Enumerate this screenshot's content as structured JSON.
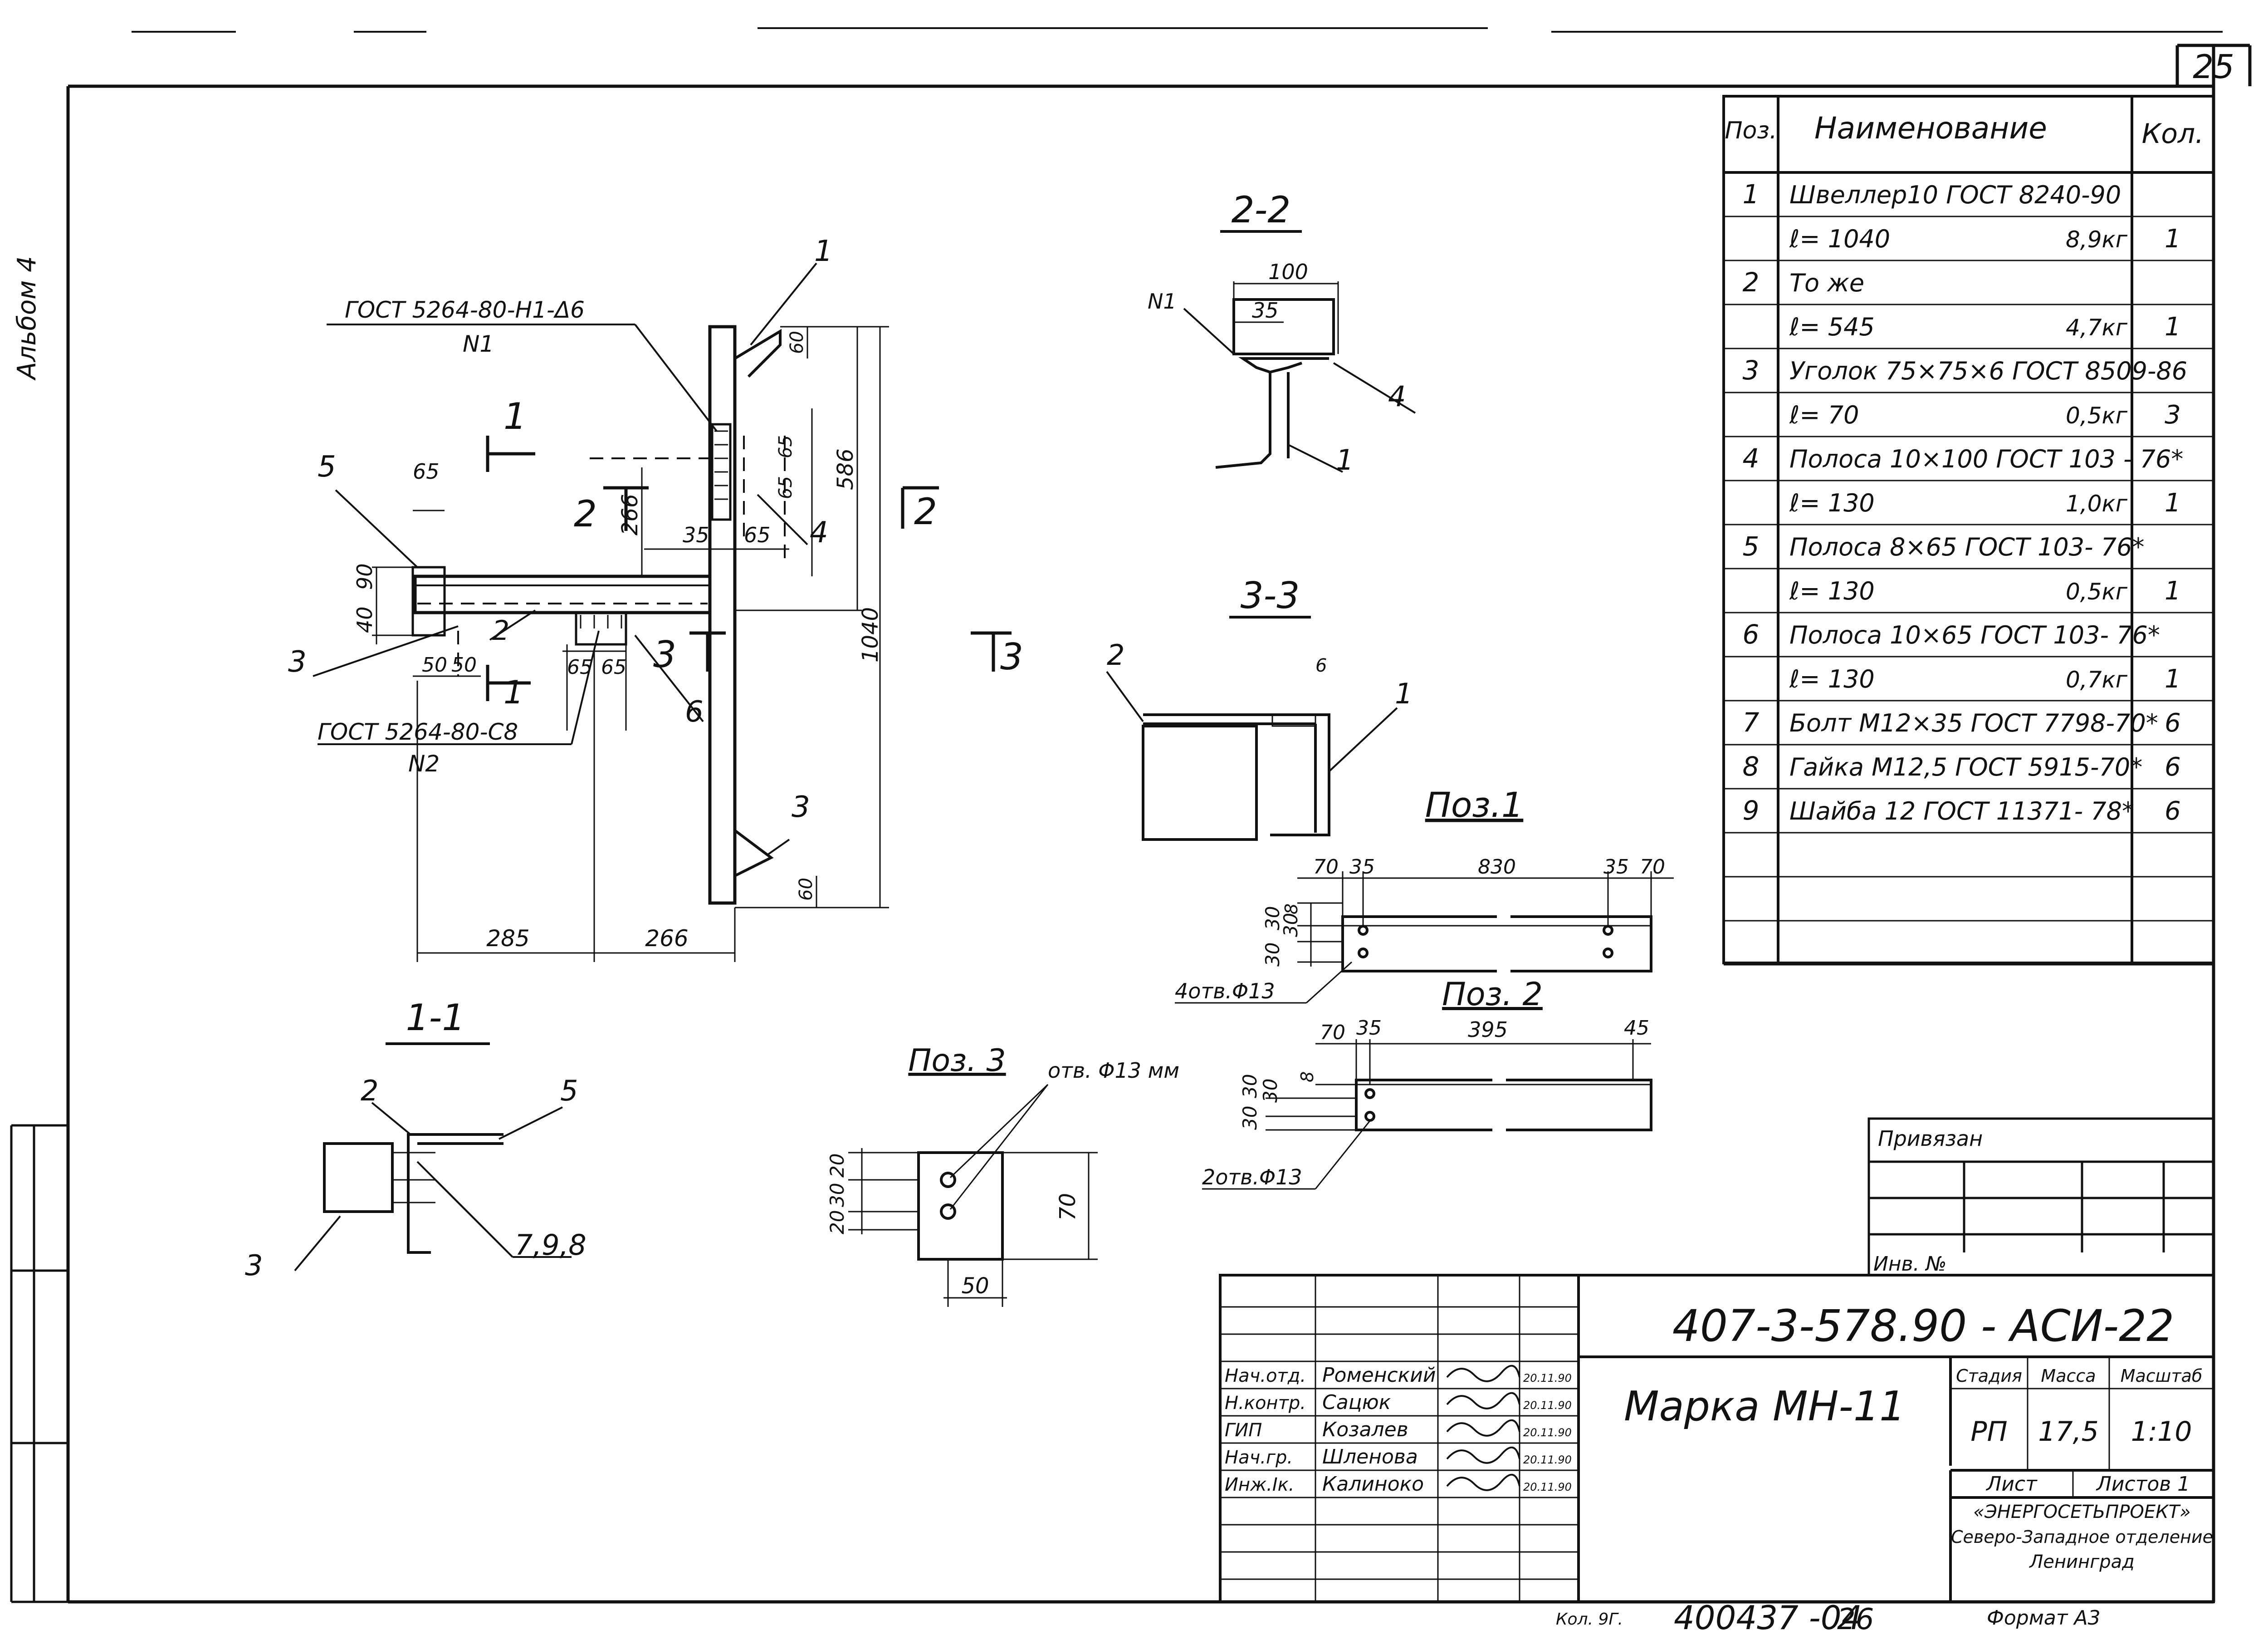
{
  "sheet": {
    "page_number": "25",
    "album": "Альбом 4",
    "footer_code": "Кол. 9Г.",
    "inventory": "400437 -04",
    "inventory_suffix": "26",
    "format": "Формат А3"
  },
  "spec_table": {
    "headers": [
      "Поз.",
      "Наименование",
      "Кол."
    ],
    "rows": [
      {
        "pos": "1",
        "name": "Швеллер10 ГОСТ 8240-90",
        "mass": "",
        "qty": ""
      },
      {
        "pos": "",
        "name": "ℓ= 1040",
        "mass": "8,9кг",
        "qty": "1"
      },
      {
        "pos": "2",
        "name": "То же",
        "mass": "",
        "qty": ""
      },
      {
        "pos": "",
        "name": "ℓ= 545",
        "mass": "4,7кг",
        "qty": "1"
      },
      {
        "pos": "3",
        "name": "Уголок 75×75×6 ГОСТ 8509-86",
        "mass": "",
        "qty": ""
      },
      {
        "pos": "",
        "name": "ℓ= 70",
        "mass": "0,5кг",
        "qty": "3"
      },
      {
        "pos": "4",
        "name": "Полоса 10×100 ГОСТ 103 - 76*",
        "mass": "",
        "qty": ""
      },
      {
        "pos": "",
        "name": "ℓ= 130",
        "mass": "1,0кг",
        "qty": "1"
      },
      {
        "pos": "5",
        "name": "Полоса 8×65 ГОСТ 103- 76*",
        "mass": "",
        "qty": ""
      },
      {
        "pos": "",
        "name": "ℓ= 130",
        "mass": "0,5кг",
        "qty": "1"
      },
      {
        "pos": "6",
        "name": "Полоса 10×65 ГОСТ 103- 76*",
        "mass": "",
        "qty": ""
      },
      {
        "pos": "",
        "name": "ℓ= 130",
        "mass": "0,7кг",
        "qty": "1"
      },
      {
        "pos": "7",
        "name": "Болт М12×35 ГОСТ 7798-70*",
        "mass": "",
        "qty": "6"
      },
      {
        "pos": "8",
        "name": "Гайка М12,5 ГОСТ 5915-70*",
        "mass": "",
        "qty": "6"
      },
      {
        "pos": "9",
        "name": "Шайба 12 ГОСТ 11371- 78*",
        "mass": "",
        "qty": "6"
      },
      {
        "pos": "",
        "name": "",
        "mass": "",
        "qty": ""
      },
      {
        "pos": "",
        "name": "",
        "mass": "",
        "qty": ""
      },
      {
        "pos": "",
        "name": "",
        "mass": "",
        "qty": ""
      }
    ]
  },
  "main_view": {
    "weld_n1": "ГОСТ 5264-80-Н1-Δ6",
    "n1": "N1",
    "weld_n2": "ГОСТ 5264-80-С8",
    "n2": "N2",
    "dims": {
      "d65": "65",
      "d90": "90",
      "d40": "40",
      "d266v": "266",
      "d35": "35",
      "d65b": "65",
      "d586": "586",
      "d60t": "60",
      "d65c": "65",
      "d65d": "65",
      "d1040": "1040",
      "d50a": "50",
      "d50b": "50",
      "d65e": "65",
      "d65f": "65",
      "d60b": "60",
      "d285": "285",
      "d266": "266"
    },
    "callouts": {
      "c1": "1",
      "c2": "2",
      "c3": "3",
      "c4": "4",
      "c5": "5",
      "c6": "6",
      "c3b": "3"
    },
    "cuts": {
      "cut1a": "1",
      "cut1b": "1",
      "cut2a": "2",
      "cut2b": "2",
      "cut3a": "3",
      "cut3b": "3"
    }
  },
  "sections": {
    "s11": {
      "title": "1-1",
      "c2": "2",
      "c5": "5",
      "c3": "3",
      "c798": "7,9,8"
    },
    "s22": {
      "title": "2-2",
      "n1": "N1",
      "d100": "100",
      "d35": "35",
      "c4": "4",
      "c1": "1"
    },
    "s33": {
      "title": "3-3",
      "c2": "2",
      "d6": "6",
      "c1": "1"
    }
  },
  "poz1": {
    "title": "Поз.1",
    "d70a": "70",
    "d35a": "35",
    "d830": "830",
    "d35b": "35",
    "d70b": "70",
    "d8": "8",
    "d30a": "30",
    "d30b": "30",
    "d30c": "30",
    "holes": "4отв.Φ13"
  },
  "poz2": {
    "title": "Поз. 2",
    "d70": "70",
    "d35": "35",
    "d395": "395",
    "d45": "45",
    "d8": "8",
    "d30a": "30",
    "d30b": "30",
    "d30c": "30",
    "holes": "2отв.Φ13"
  },
  "poz3": {
    "title": "Поз. 3",
    "holes": "отв. Φ13 мм",
    "d20a": "20",
    "d30": "30",
    "d20b": "20",
    "d70": "70",
    "d50": "50"
  },
  "binding": {
    "privyazan": "Привязан",
    "inv": "Инв. №"
  },
  "title_block": {
    "doc_code": "407-3-578.90 - АСИ-22",
    "sheet_title": "Марка МН-11",
    "stage_label": "Стадия",
    "mass_label": "Масса",
    "scale_label": "Масштаб",
    "stage": "РП",
    "mass": "17,5",
    "scale": "1:10",
    "sheet_label": "Лист",
    "sheets_label": "Листов 1",
    "org1": "«ЭНЕРГОСЕТЬПРОЕКТ»",
    "org2": "Северо-Западное отделение",
    "org3": "Ленинград",
    "staff": [
      {
        "role": "Нач.отд.",
        "name": "Роменский",
        "date": "20.11.90"
      },
      {
        "role": "Н.контр.",
        "name": "Сацюк",
        "date": "20.11.90"
      },
      {
        "role": "ГИП",
        "name": "Козалев",
        "date": "20.11.90"
      },
      {
        "role": "Нач.гр.",
        "name": "Шленова",
        "date": "20.11.90"
      },
      {
        "role": "Инж.Iк.",
        "name": "Калинокo",
        "date": "20.11.90"
      }
    ]
  }
}
